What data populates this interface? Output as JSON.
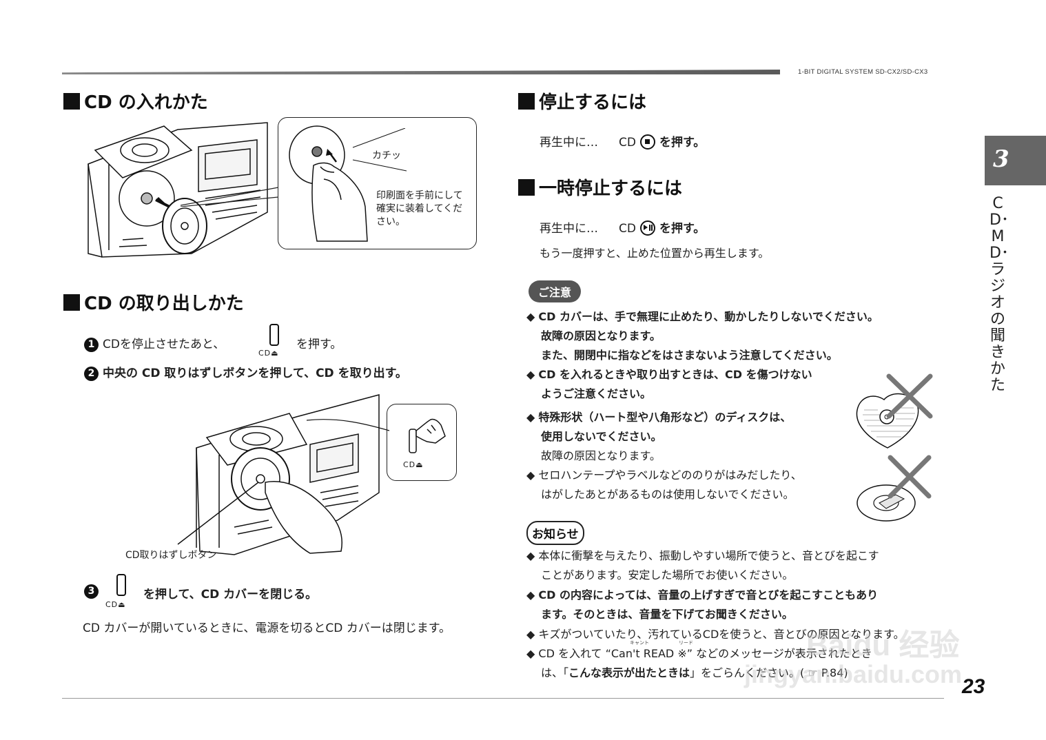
{
  "header": {
    "model": "1-BIT DIGITAL SYSTEM SD-CX2/SD-CX3"
  },
  "side_tab": {
    "number": "3",
    "vertical_title": "CD･MD･ラジオの聞きかた"
  },
  "page_number": "23",
  "left": {
    "insert": {
      "heading": "CD の入れかた",
      "callout_click": "カチッ",
      "callout_note": [
        "印刷面を手前にして",
        "確実に装着してくだ",
        "さい。"
      ]
    },
    "remove": {
      "heading": "CD の取り出しかた",
      "step1_num": "1",
      "step1_pre": "CDを停止させたあと、",
      "step1_post": "を押す。",
      "step2_num": "2",
      "step2": "中央の CD 取りはずしボタンを押して、CD を取り出す。",
      "button_caption": "CD⏏",
      "illus_label": "CD取りはずしボタン",
      "step3_num": "3",
      "step3_post": "を押して、CD カバーを閉じる。",
      "note": "CD カバーが開いているときに、電源を切るとCD カバーは閉じます。"
    }
  },
  "right": {
    "stop": {
      "heading": "停止するには",
      "pre": "再生中に…",
      "cd": "CD",
      "post": "を押す。"
    },
    "pause": {
      "heading": "一時停止するには",
      "pre": "再生中に…",
      "cd": "CD",
      "post": "を押す。",
      "note": "もう一度押すと、止めた位置から再生します。"
    },
    "caution": {
      "label": "ご注意",
      "items": [
        {
          "lines": [
            "CD カバーは、手で無理に止めたり、動かしたりしないでください。",
            "故障の原因となります。"
          ],
          "bold": true
        },
        {
          "lines": [
            "また、開閉中に指などをはさまないよう注意してください。"
          ],
          "bold": true
        },
        {
          "lines": [
            "CD を入れるときや取り出すときは、CD を傷つけない",
            "ようご注意ください。"
          ],
          "bold": true
        },
        {
          "lines": [
            "特殊形状（ハート型や八角形など）のディスクは、",
            "使用しないでください。"
          ],
          "bold": true
        },
        {
          "lines": [
            "故障の原因となります。"
          ],
          "bold": false
        },
        {
          "lines": [
            "セロハンテープやラベルなどののりがはみだしたり、",
            "はがしたあとがあるものは使用しないでください。"
          ],
          "bold": false
        }
      ]
    },
    "info": {
      "label": "お知らせ",
      "item1": [
        "本体に衝撃を与えたり、振動しやすい場所で使うと、音とびを起こす",
        "ことがあります。安定した場所でお使いください。"
      ],
      "item2": [
        "CD の内容によっては、音量の上げすぎで音とびを起こすこともあり",
        "ます。そのときは、音量を下げてお聞きください。"
      ],
      "item3": "キズがついていたり、汚れているCDを使うと、音とびの原因となります。",
      "item4_pre": "CD を入れて",
      "item4_quote": "“Can't READ ※”",
      "item4_post": "などのメッセージが表示されたとき",
      "ruby_cant": "キャント",
      "ruby_read": "リード",
      "item5_pre": "は、「",
      "item5_bold": "こんな表示が出たときは",
      "item5_post": "」をごらんください。(",
      "item5_ref": "P.84)"
    }
  },
  "watermark": {
    "line1": "Baidu 经验",
    "line2": "jingyan.baidu.com"
  }
}
